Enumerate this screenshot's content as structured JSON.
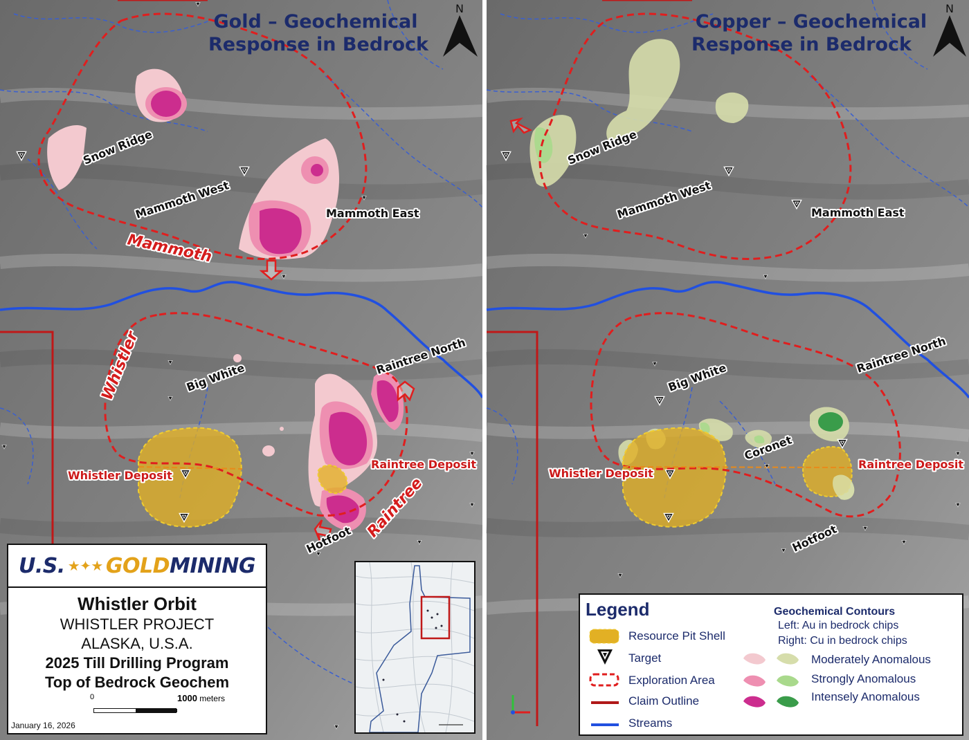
{
  "left_panel": {
    "title_line1": "Gold – Geochemical",
    "title_line2": "Response in Bedrock",
    "north": "N",
    "labels": {
      "snow_ridge": "Snow Ridge",
      "mammoth_west": "Mammoth West",
      "mammoth_east": "Mammoth East",
      "mammoth_area": "Mammoth",
      "whistler_area": "Whistler",
      "raintree_area": "Raintree",
      "big_white": "Big White",
      "raintree_north": "Raintree North",
      "raintree_deposit": "Raintree Deposit",
      "whistler_deposit": "Whistler Deposit",
      "hotfoot": "Hotfoot"
    }
  },
  "right_panel": {
    "title_line1": "Copper – Geochemical",
    "title_line2": "Response in Bedrock",
    "north": "N",
    "labels": {
      "snow_ridge": "Snow Ridge",
      "mammoth_west": "Mammoth West",
      "mammoth_east": "Mammoth East",
      "big_white": "Big White",
      "raintree_north": "Raintree North",
      "coronet": "Coronet",
      "raintree_deposit": "Raintree Deposit",
      "whistler_deposit": "Whistler Deposit",
      "hotfoot": "Hotfoot"
    }
  },
  "title_block": {
    "logo_us": "U.S.",
    "logo_gold": "GOLD",
    "logo_mining": "MINING",
    "project_name": "Whistler Orbit",
    "project": "WHISTLER PROJECT",
    "location": "ALASKA, U.S.A.",
    "program": "2025 Till Drilling Program",
    "subject": "Top of Bedrock Geochem",
    "scale_start": "0",
    "scale_end": "1000",
    "scale_unit": "meters",
    "date": "January 16, 2026"
  },
  "legend": {
    "title": "Legend",
    "items": [
      "Resource Pit Shell",
      "Target",
      "Exploration Area",
      "Claim Outline",
      "Streams"
    ],
    "contours_title": "Geochemical Contours",
    "contours_left": "Left: Au in bedrock chips",
    "contours_right": "Right: Cu in bedrock chips",
    "classes": [
      "Moderately Anomalous",
      "Strongly Anomalous",
      "Intensely Anomalous"
    ],
    "colors": {
      "pit": "#e2b024",
      "au_moderate": "#f3c9cf",
      "au_strong": "#ee8fb1",
      "au_intense": "#cc2d8e",
      "cu_moderate": "#d6ddab",
      "cu_strong": "#a9d98c",
      "cu_intense": "#3a9c4a",
      "exploration": "#e01e1e",
      "claim": "#b01818",
      "streams": "#2150e0"
    }
  }
}
